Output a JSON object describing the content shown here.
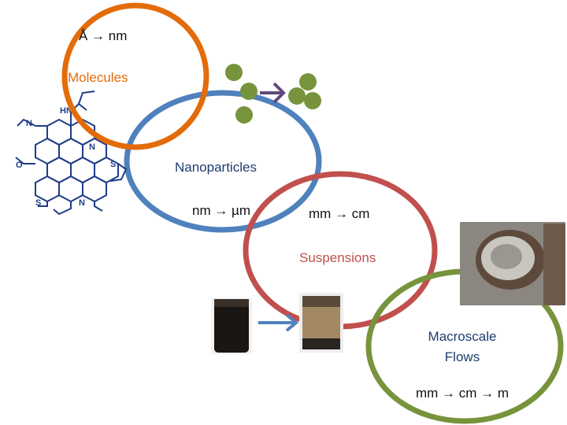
{
  "stages": {
    "molecules": {
      "scale": "Å → nm",
      "label": "Molecules"
    },
    "nanoparticles": {
      "label": "Nanoparticles",
      "scale": "nm → µm"
    },
    "suspensions": {
      "scale": "mm → cm",
      "label": "Suspensions"
    },
    "macroscale": {
      "label_line1": "Macroscale",
      "label_line2": "Flows",
      "scale": "mm → cm → m"
    }
  },
  "molecule_atoms": {
    "hn": "HN",
    "n1": "N",
    "n2": "N",
    "n3": "N",
    "s1": "S",
    "s2": "S",
    "o": "O"
  },
  "colors": {
    "molecules": "#e36c0a",
    "nanoparticles": "#4f81bd",
    "suspensions": "#c0504d",
    "macroscale": "#77933c",
    "particles": "#77933c",
    "aggregation_arrow": "#604a7b",
    "process_arrow": "#4f81bd",
    "molecule_structure": "#1f3c88"
  }
}
